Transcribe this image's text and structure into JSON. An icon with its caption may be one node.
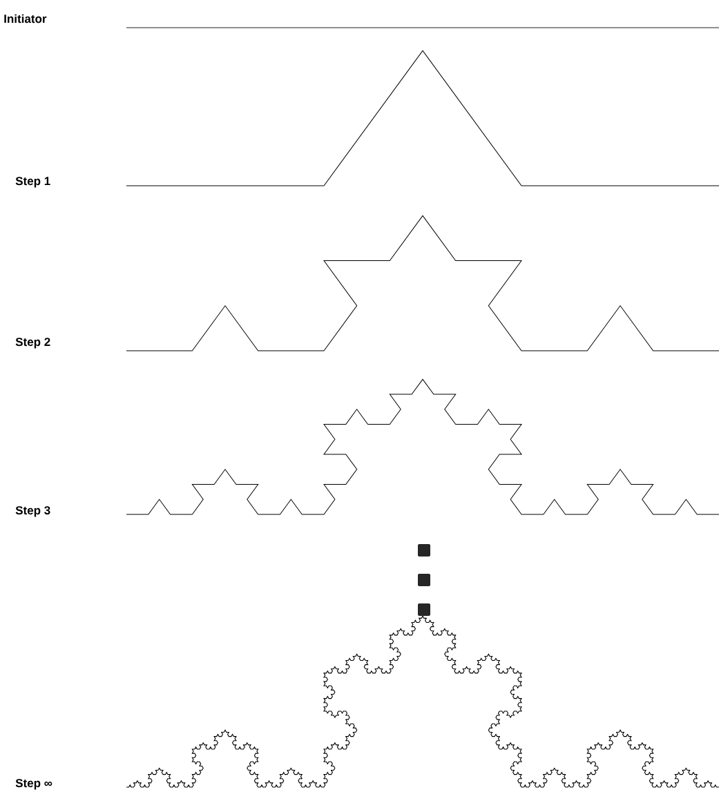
{
  "diagram": {
    "labels": [
      "Initiator",
      "Step 1",
      "Step 2",
      "Step 3",
      "Step ∞"
    ]
  }
}
